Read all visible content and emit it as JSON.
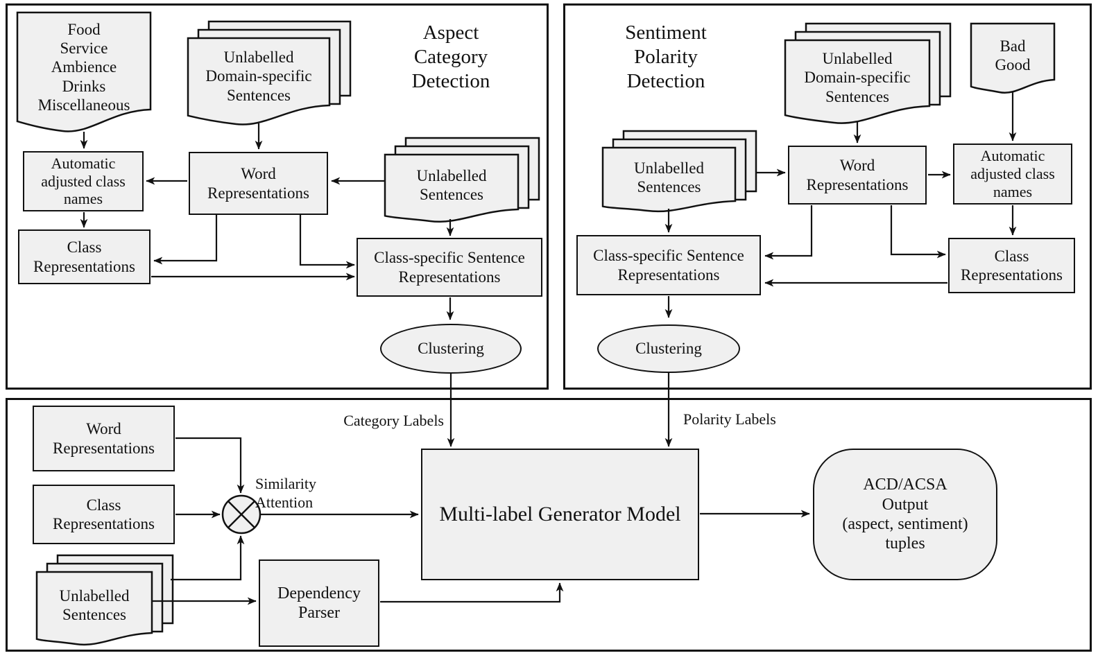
{
  "colors": {
    "node_fill": "#f0f0f0",
    "stroke": "#111111",
    "background": "#ffffff"
  },
  "panel_acd": {
    "title": "Aspect\nCategory\nDetection",
    "categories_doc": "Food\nService\nAmbience\nDrinks\nMiscellaneous",
    "unlabelled_domain_doc": "Unlabelled\nDomain-specific\nSentences",
    "unlabelled_doc": "Unlabelled\nSentences",
    "auto_names_box": "Automatic\nadjusted class\nnames",
    "word_repr_box": "Word\nRepresentations",
    "class_repr_box": "Class\nRepresentations",
    "class_specific_box": "Class-specific Sentence\nRepresentations",
    "clustering": "Clustering",
    "output_label": "Category Labels"
  },
  "panel_spd": {
    "title": "Sentiment\nPolarity\nDetection",
    "polarity_doc": "Bad\nGood",
    "unlabelled_domain_doc": "Unlabelled\nDomain-specific\nSentences",
    "unlabelled_doc": "Unlabelled\nSentences",
    "auto_names_box": "Automatic\nadjusted class\nnames",
    "word_repr_box": "Word\nRepresentations",
    "class_repr_box": "Class\nRepresentations",
    "class_specific_box": "Class-specific Sentence\nRepresentations",
    "clustering": "Clustering",
    "output_label": "Polarity Labels"
  },
  "panel_generator": {
    "word_repr_box": "Word\nRepresentations",
    "class_repr_box": "Class\nRepresentations",
    "unlabelled_doc": "Unlabelled\nSentences",
    "similarity_label": "Similarity\nAttention",
    "dependency_parser_box": "Dependency\nParser",
    "model_box": "Multi-label Generator Model",
    "output_shape": "ACD/ACSA\nOutput\n(aspect, sentiment)\ntuples"
  }
}
